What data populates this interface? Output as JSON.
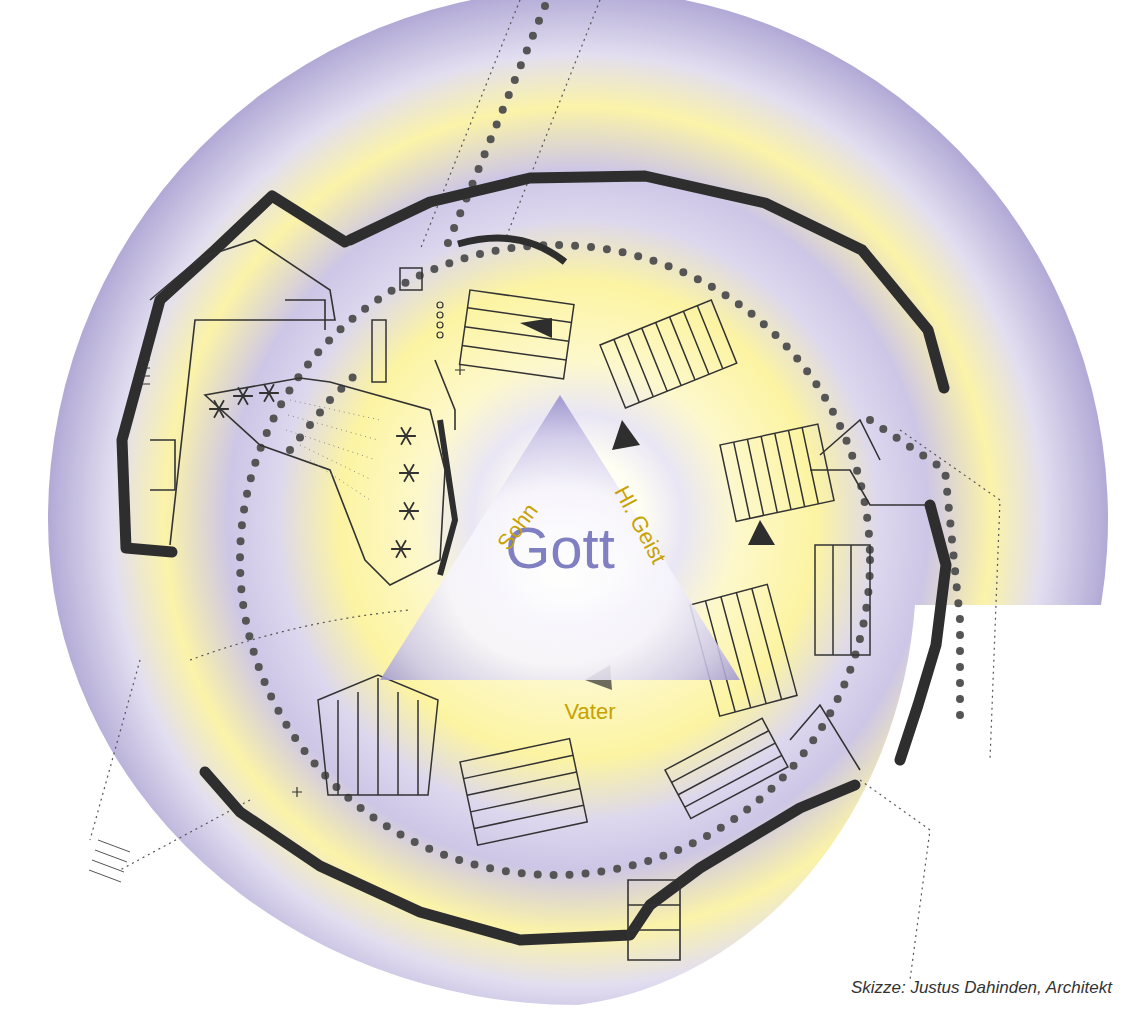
{
  "diagram": {
    "caption": "Skizze: Justus Dahinden, Architekt",
    "nodes": [
      {
        "text": [
          "Gott"
        ]
      }
    ],
    "labels": [
      "Sohn",
      "Hl. Geist",
      "Vater"
    ]
  }
}
